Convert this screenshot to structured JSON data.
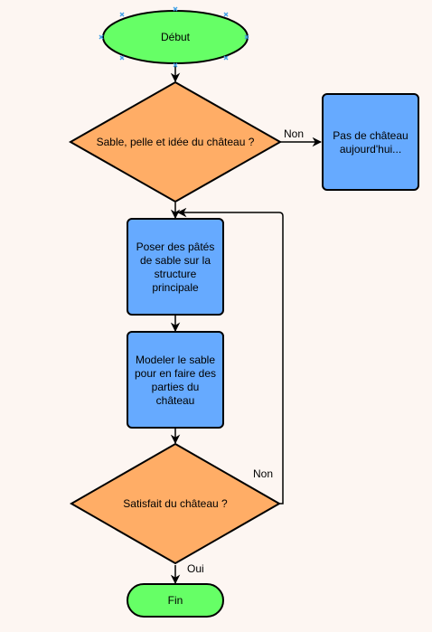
{
  "colors": {
    "start_end": "#66ff66",
    "decision": "#ffad66",
    "process": "#66aaff",
    "handle": "#3fa0e6"
  },
  "nodes": {
    "start": {
      "label": "Début"
    },
    "decision_tools": {
      "label": "Sable, pelle et idée du château ?"
    },
    "no_castle": {
      "label_line1": "Pas de château",
      "label_line2": "aujourd'hui..."
    },
    "place_sand": {
      "label_line1": "Poser des pâtés",
      "label_line2": "de sable sur la",
      "label_line3": "structure",
      "label_line4": "principale"
    },
    "shape_sand": {
      "label_line1": "Modeler le sable",
      "label_line2": "pour en faire des",
      "label_line3": "parties du",
      "label_line4": "château"
    },
    "decision_satisfied": {
      "label": "Satisfait du château ?"
    },
    "end": {
      "label": "Fin"
    }
  },
  "edges": {
    "tools_no": {
      "label": "Non"
    },
    "satisfied_no": {
      "label": "Non"
    },
    "satisfied_yes": {
      "label": "Oui"
    }
  }
}
